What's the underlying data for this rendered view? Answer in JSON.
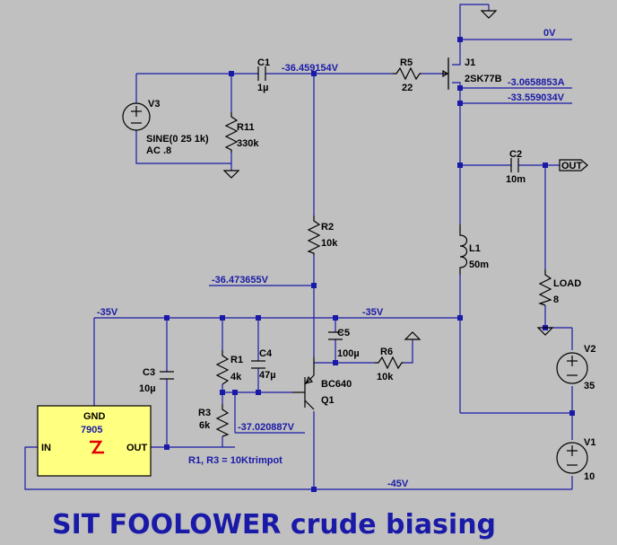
{
  "title": "SIT FOOLOWER crude biasing",
  "nets": {
    "zero": "0V",
    "n36_459": "-36.459154V",
    "n3_065": "-3.0658853A",
    "n33_559": "-33.559034V",
    "out": "OUT",
    "n36_473": "-36.473655V",
    "m35a": "-35V",
    "m35b": "-35V",
    "n37_020": "-37.020887V",
    "m45": "-45V"
  },
  "components": {
    "v3": {
      "name": "V3",
      "value": "SINE(0 25 1k)",
      "value2": "AC .8"
    },
    "c1": {
      "name": "C1",
      "value": "1µ"
    },
    "r11": {
      "name": "R11",
      "value": "330k"
    },
    "r5": {
      "name": "R5",
      "value": "22"
    },
    "j1": {
      "name": "J1",
      "value": "2SK77B"
    },
    "c2": {
      "name": "C2",
      "value": "10m"
    },
    "r2": {
      "name": "R2",
      "value": "10k"
    },
    "l1": {
      "name": "L1",
      "value": "50m"
    },
    "load": {
      "name": "LOAD",
      "value": "8"
    },
    "c5": {
      "name": "C5",
      "value": "100µ"
    },
    "r6": {
      "name": "R6",
      "value": "10k"
    },
    "c3": {
      "name": "C3",
      "value": "10µ"
    },
    "r1": {
      "name": "R1",
      "value": "4k"
    },
    "c4": {
      "name": "C4",
      "value": "47µ"
    },
    "r3": {
      "name": "R3",
      "value": "6k"
    },
    "q1": {
      "name": "BC640",
      "value": "Q1"
    },
    "v2": {
      "name": "V2",
      "value": "35"
    },
    "v1": {
      "name": "V1",
      "value": "10"
    },
    "reg": {
      "gnd": "GND",
      "part": "7905",
      "in": "IN",
      "out": "OUT"
    }
  },
  "note": "R1, R3 = 10Ktrimpot"
}
